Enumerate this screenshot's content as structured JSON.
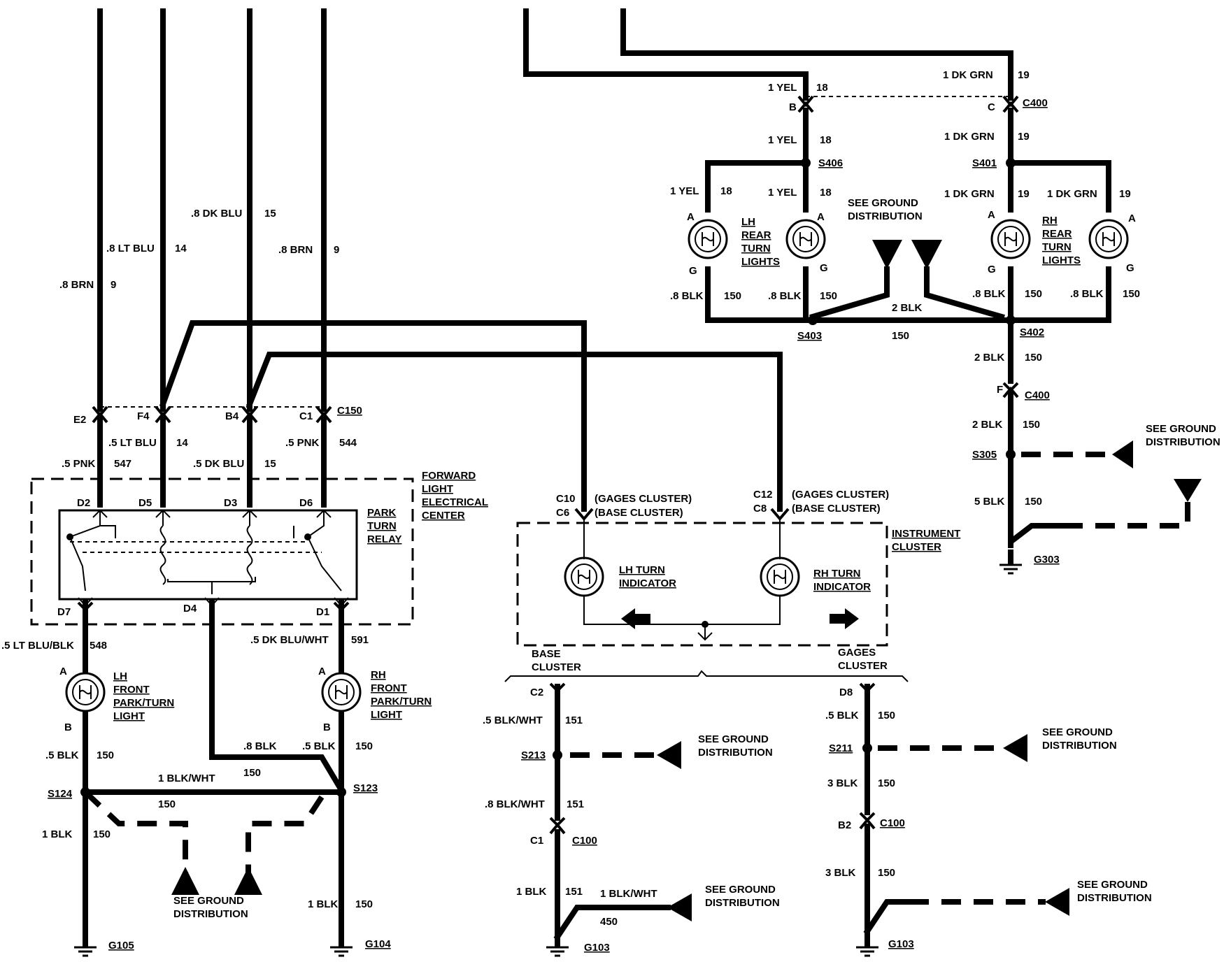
{
  "wires": {
    "top_9": {
      "gauge": ".8 BRN",
      "circuit": "9"
    },
    "top_14": {
      "gauge": ".8 LT BLU",
      "circuit": "14"
    },
    "top_15": {
      "gauge": ".8 DK BLU",
      "circuit": "15"
    },
    "top_9b": {
      "gauge": ".8 BRN",
      "circuit": "9"
    },
    "yel_in": {
      "gauge": "1 YEL",
      "circuit": "18"
    },
    "yel_mid": {
      "gauge": "1 YEL",
      "circuit": "18"
    },
    "yel_l": {
      "gauge": "1 YEL",
      "circuit": "18"
    },
    "yel_r": {
      "gauge": "1 YEL",
      "circuit": "18"
    },
    "grn_in": {
      "gauge": "1 DK GRN",
      "circuit": "19"
    },
    "grn_mid": {
      "gauge": "1 DK GRN",
      "circuit": "19"
    },
    "grn_l": {
      "gauge": "1 DK GRN",
      "circuit": "19"
    },
    "grn_r": {
      "gauge": "1 DK GRN",
      "circuit": "19"
    },
    "blk_lhr1": {
      "gauge": ".8 BLK",
      "circuit": "150"
    },
    "blk_lhr2": {
      "gauge": ".8 BLK",
      "circuit": "150"
    },
    "blk_rhr1": {
      "gauge": ".8 BLK",
      "circuit": "150"
    },
    "blk_rhr2": {
      "gauge": ".8 BLK",
      "circuit": "150"
    },
    "blk2_rear": {
      "gauge": "2 BLK",
      "circuit": "150"
    },
    "blk2_s402": {
      "gauge": "2 BLK",
      "circuit": "150"
    },
    "blk2_f": {
      "gauge": "2 BLK",
      "circuit": "150"
    },
    "blk5": {
      "gauge": "5 BLK",
      "circuit": "150"
    },
    "pnk547": {
      "gauge": ".5 PNK",
      "circuit": "547"
    },
    "ltblu14": {
      "gauge": ".5 LT BLU",
      "circuit": "14"
    },
    "dkblu15": {
      "gauge": ".5 DK BLU",
      "circuit": "15"
    },
    "pnk544": {
      "gauge": ".5 PNK",
      "circuit": "544"
    },
    "ltblublk": {
      "gauge": ".5 LT BLU/BLK",
      "circuit": "548"
    },
    "dkbluwht": {
      "gauge": ".5 DK BLU/WHT",
      "circuit": "591"
    },
    "blk_lf": {
      "gauge": ".5 BLK",
      "circuit": "150"
    },
    "blk_d4": {
      "gauge": ".8 BLK",
      "circuit": "150"
    },
    "blk_rf": {
      "gauge": ".5 BLK",
      "circuit": "150"
    },
    "blkwht_s124": {
      "gauge": "1 BLK/WHT",
      "circuit": "150"
    },
    "blk_g105": {
      "gauge": "1 BLK",
      "circuit": "150"
    },
    "blk_g104": {
      "gauge": "1 BLK",
      "circuit": "150"
    },
    "blkwht151a": {
      "gauge": ".5 BLK/WHT",
      "circuit": "151"
    },
    "blkwht151b": {
      "gauge": ".8 BLK/WHT",
      "circuit": "151"
    },
    "blk151": {
      "gauge": "1 BLK",
      "circuit": "151"
    },
    "blkwht450": {
      "gauge": "1 BLK/WHT",
      "circuit": "450"
    },
    "blk_d8": {
      "gauge": ".5 BLK",
      "circuit": "150"
    },
    "blk3a": {
      "gauge": "3 BLK",
      "circuit": "150"
    },
    "blk3b": {
      "gauge": "3 BLK",
      "circuit": "150"
    }
  },
  "connectors": {
    "c150": "C150",
    "c400": "C400",
    "c400b": "C400",
    "c100a": "C100",
    "c100b": "C100",
    "e2": "E2",
    "f4": "F4",
    "b4": "B4",
    "c1": "C1",
    "d2": "D2",
    "d5": "D5",
    "d3": "D3",
    "d6": "D6",
    "d7": "D7",
    "d4": "D4",
    "d1": "D1",
    "pin_b": "B",
    "pin_c": "C",
    "pin_f": "F",
    "pin_c2": "C2",
    "pin_c1": "C1",
    "pin_d8": "D8",
    "pin_b2": "B2",
    "pin_a1": "A",
    "pin_a2": "A",
    "pin_a3": "A",
    "pin_a4": "A",
    "pin_g1": "G",
    "pin_g2": "G",
    "pin_g3": "G",
    "pin_g4": "G",
    "pin_a5": "A",
    "pin_a6": "A",
    "pin_b5": "B",
    "pin_b6": "B",
    "c10": "C10",
    "c6": "C6",
    "c12": "C12",
    "c8": "C8",
    "gages1": "(GAGES CLUSTER)",
    "base1": "(BASE CLUSTER)",
    "gages2": "(GAGES CLUSTER)",
    "base2": "(BASE CLUSTER)"
  },
  "splices": {
    "s406": "S406",
    "s401": "S401",
    "s403": "S403",
    "s402": "S402",
    "s305": "S305",
    "s124": "S124",
    "s123": "S123",
    "s213": "S213",
    "s211": "S211"
  },
  "grounds": {
    "g303": "G303",
    "g105": "G105",
    "g104": "G104",
    "g103a": "G103",
    "g103b": "G103"
  },
  "components": {
    "lh_rear": [
      "LH",
      "REAR",
      "TURN",
      "LIGHTS"
    ],
    "rh_rear": [
      "RH",
      "REAR",
      "TURN",
      "LIGHTS"
    ],
    "lh_front": [
      "LH",
      "FRONT",
      "PARK/TURN",
      "LIGHT"
    ],
    "rh_front": [
      "RH",
      "FRONT",
      "PARK/TURN",
      "LIGHT"
    ],
    "flec": [
      "FORWARD",
      "LIGHT",
      "ELECTRICAL",
      "CENTER"
    ],
    "relay": [
      "PARK",
      "TURN",
      "RELAY"
    ],
    "lh_ind": [
      "LH TURN",
      "INDICATOR"
    ],
    "rh_ind": [
      "RH TURN",
      "INDICATOR"
    ],
    "ic": [
      "INSTRUMENT",
      "CLUSTER"
    ],
    "base_cluster": [
      "BASE",
      "CLUSTER"
    ],
    "gages_cluster": [
      "GAGES",
      "CLUSTER"
    ]
  },
  "ground_refs": {
    "rear": [
      "SEE GROUND",
      "DISTRIBUTION"
    ],
    "s305": [
      "SEE GROUND",
      "DISTRIBUTION"
    ],
    "front": [
      "SEE GROUND",
      "DISTRIBUTION"
    ],
    "s213": [
      "SEE GROUND",
      "DISTRIBUTION"
    ],
    "s211": [
      "SEE GROUND",
      "DISTRIBUTION"
    ],
    "g103a": [
      "SEE GROUND",
      "DISTRIBUTION"
    ],
    "g103b": [
      "SEE GROUND",
      "DISTRIBUTION"
    ]
  }
}
